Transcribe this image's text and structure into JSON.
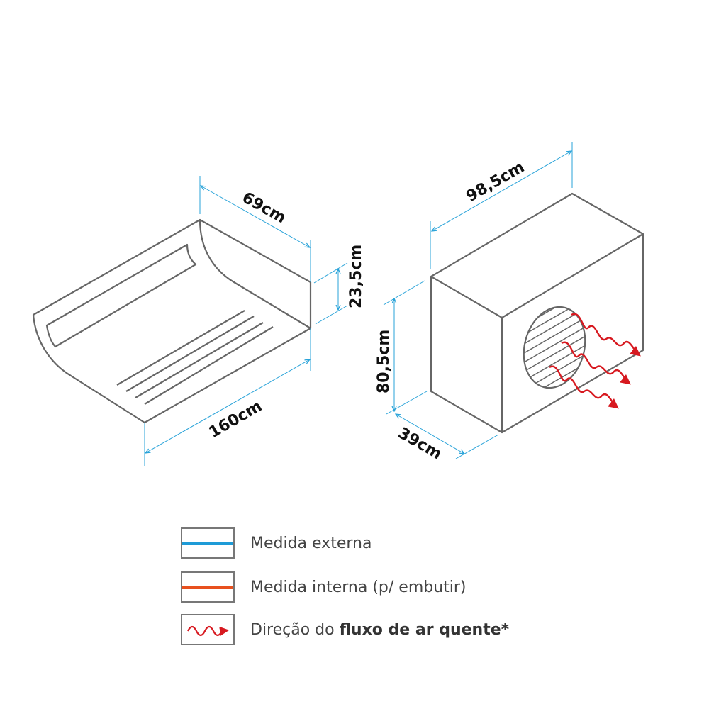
{
  "indoor_unit": {
    "width_label": "160cm",
    "depth_label": "69cm",
    "height_label": "23,5cm"
  },
  "outdoor_unit": {
    "width_label": "98,5cm",
    "height_label": "80,5cm",
    "depth_label": "39cm"
  },
  "legend": {
    "external": {
      "label": "Medida externa",
      "color": "#1e9bd7"
    },
    "internal": {
      "label": "Medida interna (p/ embutir)",
      "color": "#e8501e"
    },
    "airflow": {
      "label_prefix": "Direção do ",
      "label_bold": "fluxo de ar quente*",
      "color": "#d71920"
    }
  }
}
